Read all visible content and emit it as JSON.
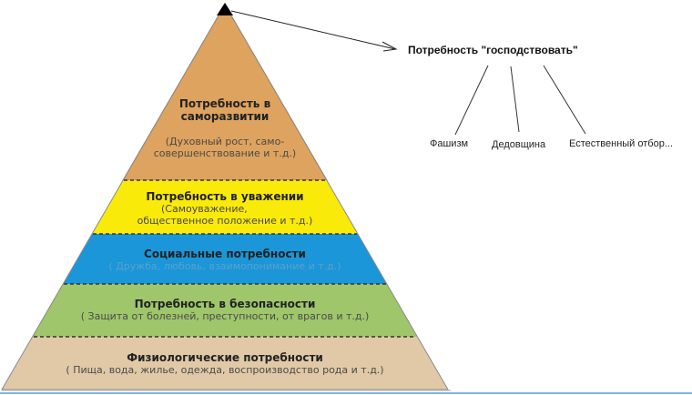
{
  "pyramid": {
    "levels": [
      {
        "title_lines": [
          "Потребность в",
          "саморазвитии"
        ],
        "subtitle_lines": [
          "(Духовный рост, само-",
          "совершенствование и т.д.)"
        ],
        "color": "#dea35f"
      },
      {
        "title": "Потребность в  уважении",
        "subtitle_lines": [
          "(Самоуважение,",
          "общественное положение и т.д.)"
        ],
        "color": "#f9ea0a"
      },
      {
        "title": "Социальные потребности",
        "subtitle": "( Дружба, любовь, взаимопонимание и т.д.)",
        "color": "#1b96d8"
      },
      {
        "title": "Потребность в  безопасности",
        "subtitle": "( Защита от болезней, преступности, от врагов  и т.д.)",
        "color": "#9fc66a"
      },
      {
        "title": "Физиологические потребности",
        "subtitle": "( Пища, вода, жилье, одежда, воспроизводство рода  и т.д.)",
        "color": "#e1c9a8"
      }
    ],
    "apex_color": "#000000"
  },
  "annotation": {
    "title": "Потребность \"господствовать\"",
    "children": [
      "Фашизм",
      "Дедовщина",
      "Естественный отбор..."
    ]
  }
}
